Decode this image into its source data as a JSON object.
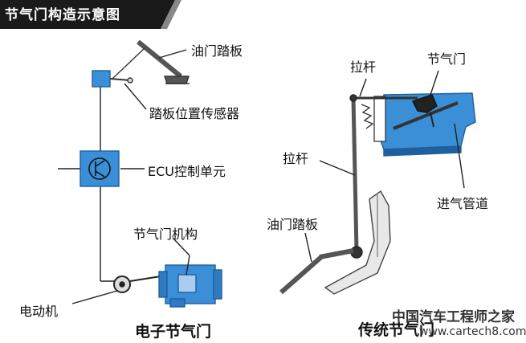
{
  "header": {
    "title": "节气门构造示意图"
  },
  "left_diagram": {
    "labels": {
      "pedal": "油门踏板",
      "sensor": "踏板位置传感器",
      "ecu": "ECU控制单元",
      "throttle_mech": "节气门机构",
      "motor": "电动机"
    },
    "caption": "电子节气门"
  },
  "right_diagram": {
    "labels": {
      "rod_top": "拉杆",
      "throttle": "节气门",
      "rod_mid": "拉杆",
      "intake": "进气管道",
      "pedal": "油门踏板"
    },
    "caption": "传统节气门"
  },
  "watermark": {
    "text": "中国汽车工程师之家",
    "url": "www.cartech8.com"
  },
  "colors": {
    "blue": "#3b8fd6",
    "dark_blue": "#1f5f9e",
    "banner": "#1a1a1a",
    "line": "#222222"
  }
}
